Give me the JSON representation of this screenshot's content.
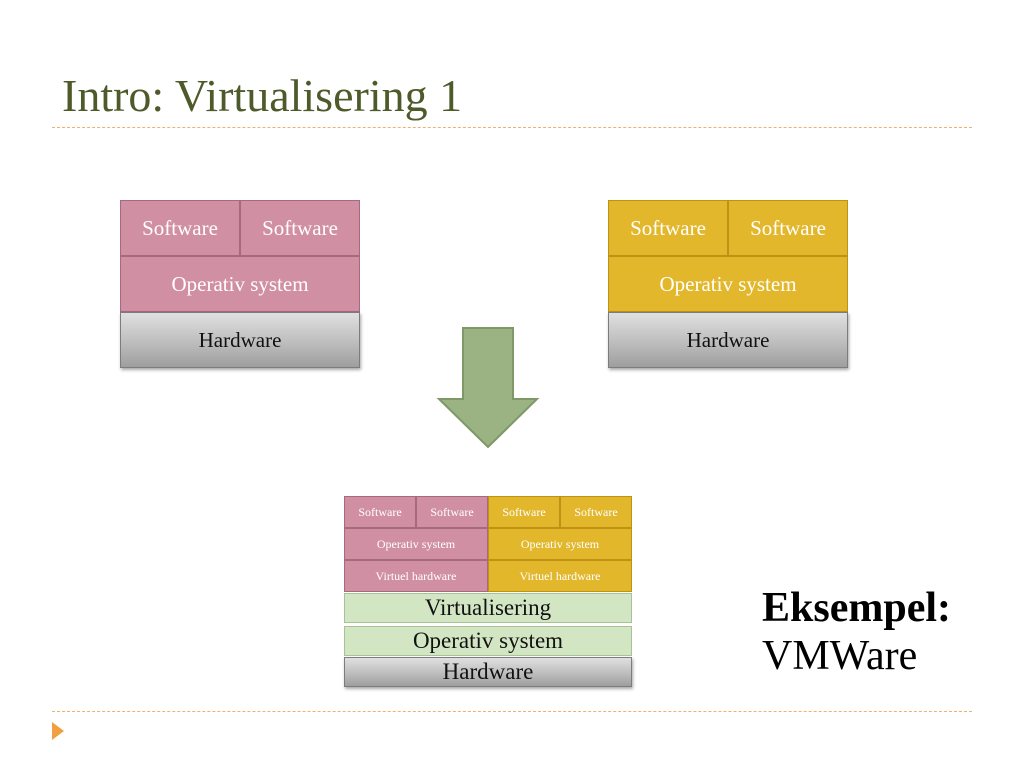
{
  "title": "Intro: Virtualisering 1",
  "left_stack": {
    "software_1": "Software",
    "software_2": "Software",
    "os": "Operativ system",
    "hardware": "Hardware"
  },
  "right_stack": {
    "software_1": "Software",
    "software_2": "Software",
    "os": "Operativ system",
    "hardware": "Hardware"
  },
  "virtualized_stack": {
    "vm_pink": {
      "software_1": "Software",
      "software_2": "Software",
      "os": "Operativ system",
      "virtual_hardware": "Virtuel hardware"
    },
    "vm_gold": {
      "software_1": "Software",
      "software_2": "Software",
      "os": "Operativ system",
      "virtual_hardware": "Virtuel hardware"
    },
    "virtualisation_layer": "Virtualisering",
    "host_os": "Operativ system",
    "hardware": "Hardware"
  },
  "example": {
    "label": "Eksempel:",
    "value": "VMWare"
  },
  "colors": {
    "pink": "#d18fa4",
    "gold": "#e3b72c",
    "green_arrow": "#9bb283",
    "green_layer": "#d3e6c4",
    "title": "#4f5a2a",
    "accent": "#f0a040"
  },
  "icons": {
    "arrow": "down-arrow-icon",
    "bullet": "triangle-bullet-icon"
  }
}
